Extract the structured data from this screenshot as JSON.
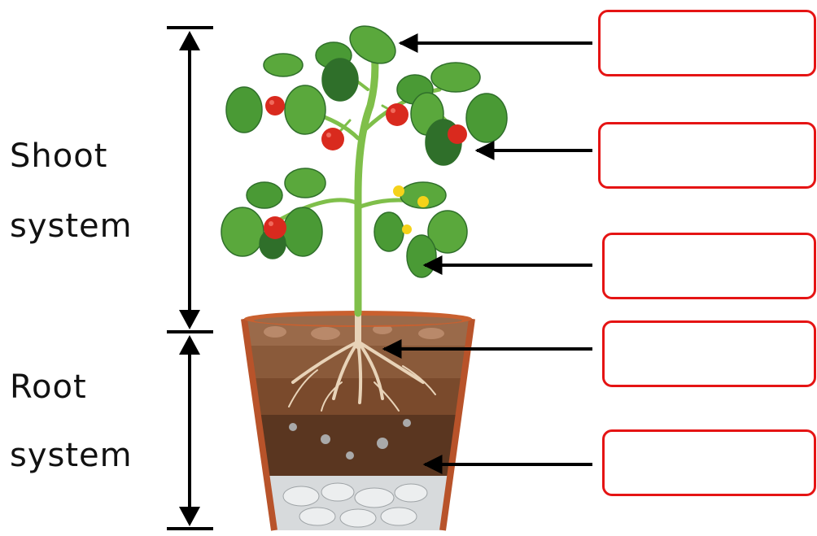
{
  "labels": {
    "shoot_line1": "Shoot",
    "shoot_line2": "system",
    "root_line1": "Root",
    "root_line2": "system"
  },
  "answer_boxes": [
    "",
    "",
    "",
    "",
    ""
  ],
  "colors": {
    "box_border": "#e51414",
    "arrow": "#000000",
    "leaf": "#4a9a35",
    "leaf_dark": "#2f6f2a",
    "tomato": "#d92a1e",
    "pot": "#d86a3a",
    "soil": "#7a4a2c",
    "root": "#e8d3b8",
    "gravel": "#cfd3d6"
  }
}
